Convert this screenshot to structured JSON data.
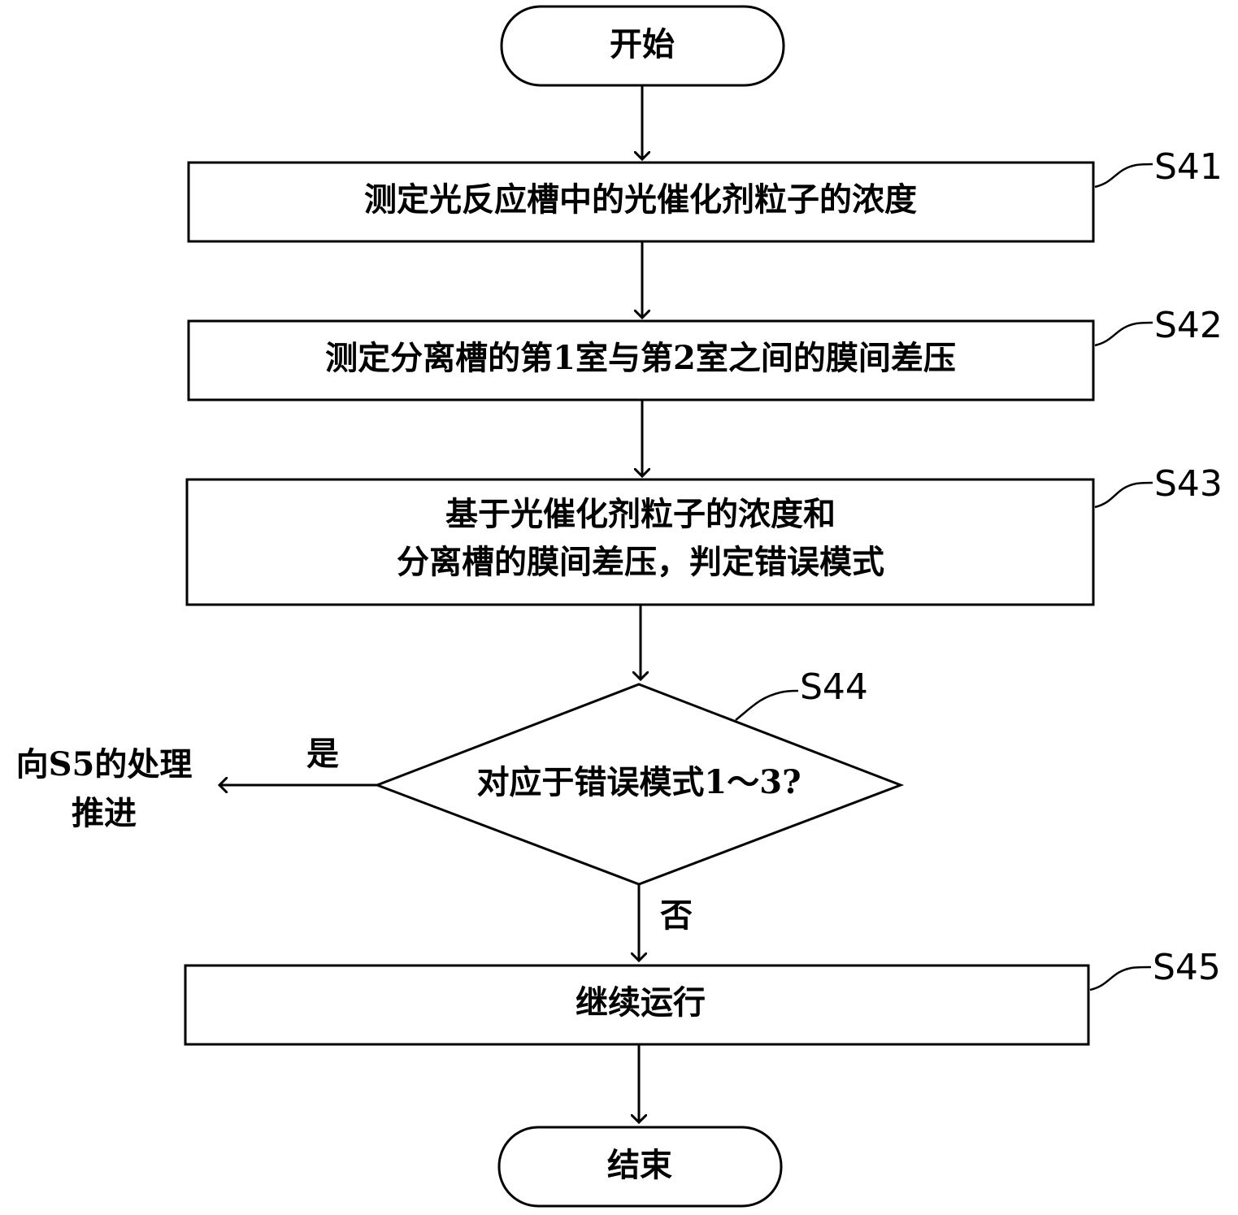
{
  "nodes": {
    "start": "开始",
    "s41": "测定光反应槽中的光催化剂粒子的浓度",
    "s42": "测定分离槽的第1室与第2室之间的膜间差压",
    "s43_line1": "基于光催化剂粒子的浓度和",
    "s43_line2": "分离槽的膜间差压，判定错误模式",
    "s44": "对应于错误模式1～3?",
    "s45": "继续运行",
    "end": "结束"
  },
  "step_labels": {
    "s41": "S41",
    "s42": "S42",
    "s43": "S43",
    "s44": "S44",
    "s45": "S45"
  },
  "branches": {
    "yes": "是",
    "no": "否",
    "yes_target_line1": "向S5的处理",
    "yes_target_line2": "推进"
  }
}
